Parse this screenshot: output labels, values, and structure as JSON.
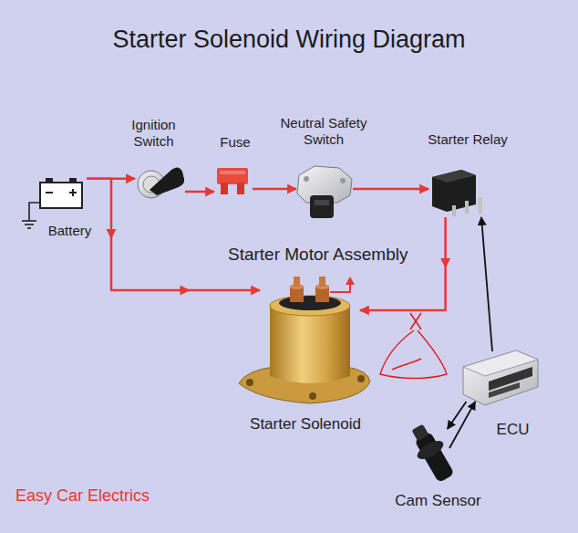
{
  "diagram": {
    "title": "Starter Solenoid Wiring Diagram",
    "nodes": [
      {
        "text": [
          "Battery"
        ]
      },
      {
        "text": [
          "Ignition Switch"
        ]
      },
      {
        "text": [
          "Fuse"
        ]
      },
      {
        "text": [
          "Neutral Safety Switch"
        ]
      },
      {
        "text": [
          "Starter Relay"
        ]
      },
      {
        "text": [
          "Starter Solenoid"
        ]
      },
      {
        "text": [
          "ECU"
        ]
      },
      {
        "text": [
          "Cam Sensor"
        ]
      }
    ],
    "edges": [
      {
        "from": 0,
        "to": 1,
        "arrow": "to"
      },
      {
        "from": 1,
        "to": 2,
        "arrow": "to"
      },
      {
        "from": 2,
        "to": 3,
        "arrow": "to"
      },
      {
        "from": 3,
        "to": 4,
        "arrow": "to"
      },
      {
        "from": 0,
        "to": 5,
        "arrow": "to"
      },
      {
        "from": 4,
        "to": 5,
        "arrow": "to"
      },
      {
        "from": 6,
        "to": 4,
        "arrow": "to"
      },
      {
        "from": 6,
        "to": 7,
        "arrow": "to"
      },
      {
        "from": 7,
        "to": 6,
        "arrow": "to"
      }
    ],
    "labels": [
      "Starter Motor Assembly",
      "Easy Car Electrics"
    ]
  }
}
